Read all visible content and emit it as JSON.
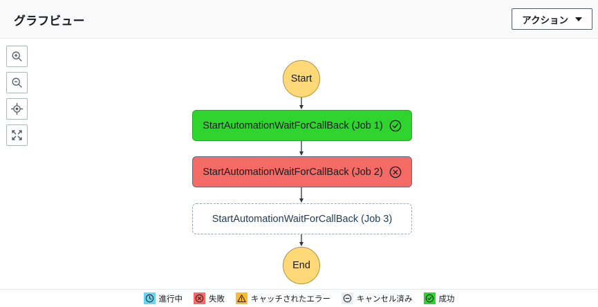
{
  "header": {
    "title": "グラフビュー",
    "actions_label": "アクション",
    "caret_icon": "chevron-down-icon"
  },
  "toolbar": {
    "buttons": [
      {
        "name": "zoom-in-button",
        "icon": "zoom-in-icon",
        "title": "Zoom in"
      },
      {
        "name": "zoom-out-button",
        "icon": "zoom-out-icon",
        "title": "Zoom out"
      },
      {
        "name": "center-button",
        "icon": "crosshair-icon",
        "title": "Center"
      },
      {
        "name": "fullscreen-button",
        "icon": "expand-icon",
        "title": "Full screen"
      }
    ]
  },
  "graph": {
    "nodes": [
      {
        "id": "start",
        "label": "Start",
        "type": "terminal",
        "status": "none",
        "fill": "#ffd978"
      },
      {
        "id": "job1",
        "label": "StartAutomationWaitForCallBack (Job 1)",
        "type": "task",
        "status": "succeeded",
        "status_icon": "check-circle-icon",
        "fill": "#30d42f"
      },
      {
        "id": "job2",
        "label": "StartAutomationWaitForCallBack (Job 2)",
        "type": "task",
        "status": "failed",
        "status_icon": "x-circle-icon",
        "fill": "#f46b65"
      },
      {
        "id": "job3",
        "label": "StartAutomationWaitForCallBack (Job 3)",
        "type": "task",
        "status": "not-started",
        "status_icon": "",
        "fill": "#ffffff"
      },
      {
        "id": "end",
        "label": "End",
        "type": "terminal",
        "status": "none",
        "fill": "#ffd978"
      }
    ],
    "edges": [
      {
        "from": "start",
        "to": "job1"
      },
      {
        "from": "job1",
        "to": "job2"
      },
      {
        "from": "job2",
        "to": "job3"
      },
      {
        "from": "job3",
        "to": "end"
      }
    ]
  },
  "legend": {
    "items": [
      {
        "label": "進行中",
        "icon": "clock-icon",
        "color": "#67d5f0"
      },
      {
        "label": "失敗",
        "icon": "x-circle-icon",
        "color": "#f46b65"
      },
      {
        "label": "キャッチされたエラー",
        "icon": "warning-icon",
        "color": "#ffb931"
      },
      {
        "label": "キャンセル済み",
        "icon": "minus-circle-icon",
        "color": "#eaeded"
      },
      {
        "label": "成功",
        "icon": "check-circle-icon",
        "color": "#30d42f"
      }
    ]
  }
}
